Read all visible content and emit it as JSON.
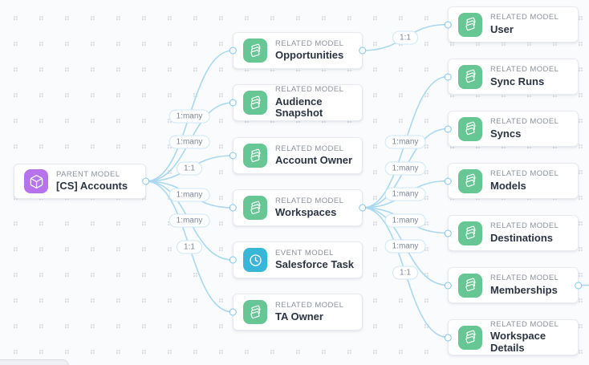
{
  "parent_node": {
    "type_label": "PARENT MODEL",
    "name": "[CS] Accounts",
    "icon": "cube-icon",
    "icon_color": "#b673ec"
  },
  "middle_nodes": [
    {
      "type_label": "RELATED MODEL",
      "name": "Opportunities",
      "icon": "stack-icon",
      "icon_color": "#66c694"
    },
    {
      "type_label": "RELATED MODEL",
      "name": "Audience Snapshot",
      "icon": "stack-icon",
      "icon_color": "#66c694"
    },
    {
      "type_label": "RELATED MODEL",
      "name": "Account Owner",
      "icon": "stack-icon",
      "icon_color": "#66c694"
    },
    {
      "type_label": "RELATED MODEL",
      "name": "Workspaces",
      "icon": "stack-icon",
      "icon_color": "#66c694"
    },
    {
      "type_label": "EVENT MODEL",
      "name": "Salesforce Task",
      "icon": "clock-icon",
      "icon_color": "#38b6d8"
    },
    {
      "type_label": "RELATED MODEL",
      "name": "TA Owner",
      "icon": "stack-icon",
      "icon_color": "#66c694"
    }
  ],
  "right_nodes": [
    {
      "type_label": "RELATED MODEL",
      "name": "User",
      "icon": "stack-icon",
      "icon_color": "#66c694"
    },
    {
      "type_label": "RELATED MODEL",
      "name": "Sync Runs",
      "icon": "stack-icon",
      "icon_color": "#66c694"
    },
    {
      "type_label": "RELATED MODEL",
      "name": "Syncs",
      "icon": "stack-icon",
      "icon_color": "#66c694"
    },
    {
      "type_label": "RELATED MODEL",
      "name": "Models",
      "icon": "stack-icon",
      "icon_color": "#66c694"
    },
    {
      "type_label": "RELATED MODEL",
      "name": "Destinations",
      "icon": "stack-icon",
      "icon_color": "#66c694"
    },
    {
      "type_label": "RELATED MODEL",
      "name": "Memberships",
      "icon": "stack-icon",
      "icon_color": "#66c694"
    },
    {
      "type_label": "RELATED MODEL",
      "name": "Workspace Details",
      "icon": "stack-icon",
      "icon_color": "#66c694"
    }
  ],
  "left_edge_labels": [
    "1:many",
    "1:many",
    "1:1",
    "1:many",
    "1:many",
    "1:1"
  ],
  "right_edge_labels": [
    "1:1",
    "1:many",
    "1:many",
    "1:many",
    "1:many",
    "1:many",
    "1:1"
  ],
  "colors": {
    "edge": "#a9d8f0",
    "parent_icon": "#b673ec",
    "related_icon": "#66c694",
    "event_icon": "#38b6d8",
    "pill_border": "#cfe7f5",
    "pill_text": "#7b8595",
    "canvas_bg": "#fafbfd"
  }
}
